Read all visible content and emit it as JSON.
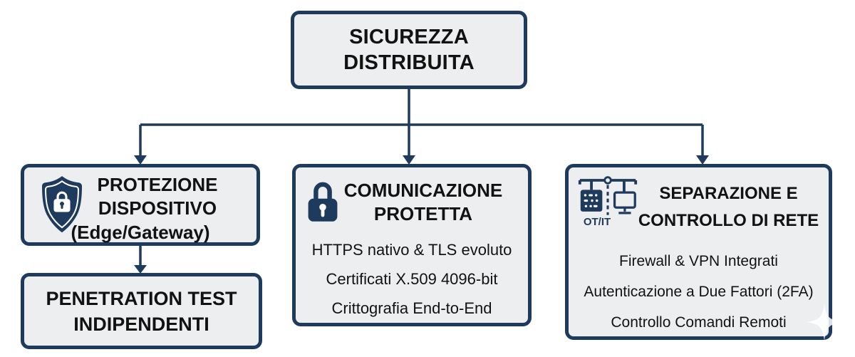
{
  "colors": {
    "line_and_border": "#1e3a5c",
    "box_fill": "#eceef0",
    "text": "#121212",
    "icon": "#1e3a5c",
    "icon_label": "#1e3a5c",
    "background": "#ffffff",
    "watermark": "#ffffff"
  },
  "diagram": {
    "root": {
      "label": "SICUREZZA DISTRIBUITA",
      "label_lines": [
        "SICUREZZA",
        "DISTRIBUITA"
      ]
    },
    "branches": [
      {
        "title": "PROTEZIONE DISPOSITIVO",
        "title_lines": [
          "PROTEZIONE",
          "DISPOSITIVO"
        ],
        "subtitle": "(Edge/Gateway)",
        "icon": "shield-lock-icon",
        "child": {
          "label": "PENETRATION TEST INDIPENDENTI",
          "label_lines": [
            "PENETRATION TEST",
            "INDIPENDENTI"
          ]
        }
      },
      {
        "title": "COMUNICAZIONE PROTETTA",
        "title_lines": [
          "COMUNICAZIONE",
          "PROTETTA"
        ],
        "icon": "padlock-icon",
        "details": [
          "HTTPS nativo & TLS evoluto",
          "Certificati X.509 4096-bit",
          "Crittografia End-to-End"
        ]
      },
      {
        "title": "SEPARAZIONE E CONTROLLO DI RETE",
        "title_lines": [
          "SEPARAZIONE E",
          "CONTROLLO DI RETE"
        ],
        "icon": "ot-it-network-icon",
        "icon_label": "OT/IT",
        "details": [
          "Firewall & VPN Integrati",
          "Autenticazione a Due Fattori (2FA)",
          "Controllo Comandi Remoti"
        ]
      }
    ]
  }
}
